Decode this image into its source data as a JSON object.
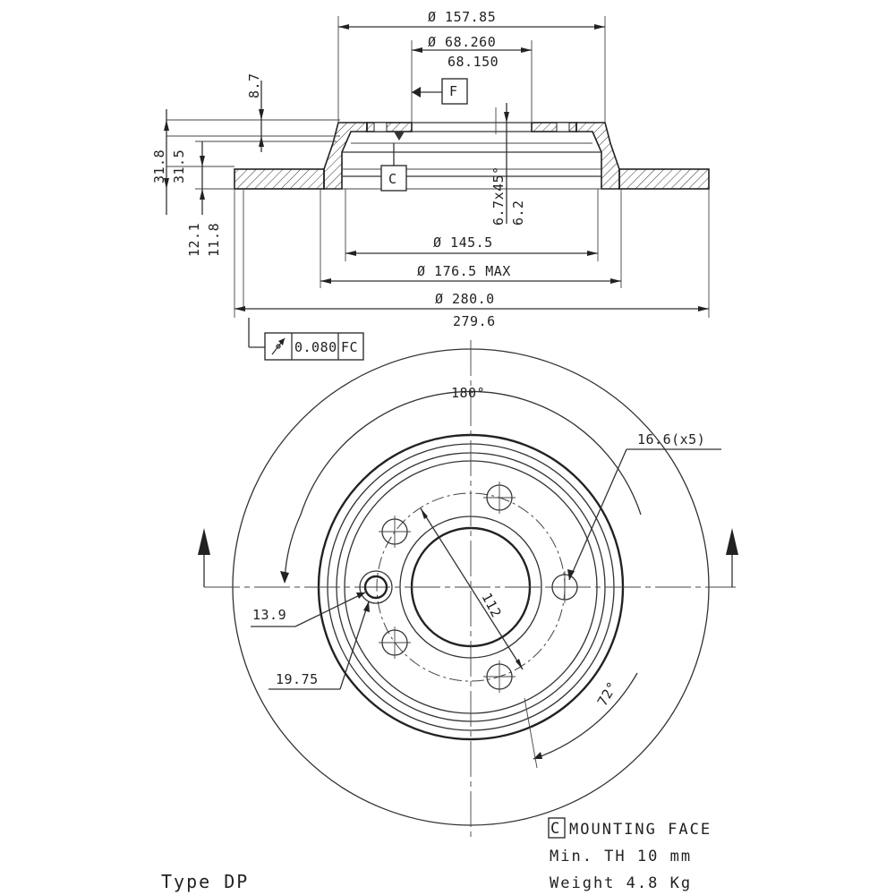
{
  "profile": {
    "hat_outer_diameter": "Ø 157.85",
    "bore_upper": "Ø 68.260",
    "bore_lower": "68.150",
    "hat_height": "8.7",
    "datum_f": "F",
    "total_height_upper": "31.8",
    "total_height_lower": "31.5",
    "datum_c": "C",
    "chamfer": "6.7x45°",
    "chamfer_depth": "6.2",
    "thickness_upper": "12.1",
    "thickness_lower": "11.8",
    "inner_diameter": "Ø 145.5",
    "hub_max_diameter": "Ø 176.5 MAX",
    "disc_diameter_upper": "Ø 280.0",
    "disc_diameter_lower": "279.6",
    "runout_tolerance": "0.080",
    "runout_datum": "FC"
  },
  "face_view": {
    "angle_top": "180°",
    "bolt_holes": "16.6(x5)",
    "pilot_hole": "13.9",
    "pilot_hole_outer": "19.75",
    "pitch_circle": "112",
    "angle_bottom": "72°"
  },
  "notes": {
    "mounting_box": "C",
    "mounting_face": "MOUNTING FACE",
    "min_thickness": "Min. TH 10 mm",
    "weight": "Weight 4.8 Kg",
    "type": "Type DP"
  }
}
